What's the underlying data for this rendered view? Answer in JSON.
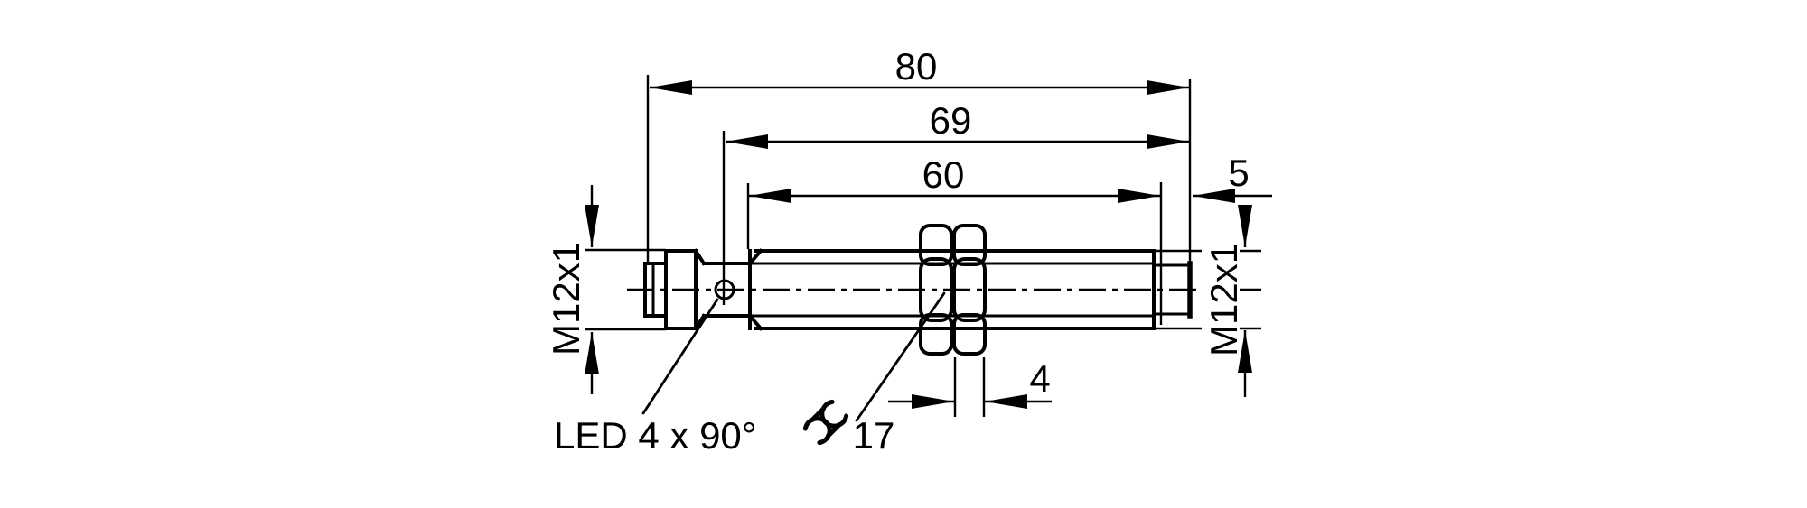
{
  "drawing": {
    "type": "technical dimensional drawing of M12 barrel sensor",
    "colors": {
      "line": "#000000",
      "background": "#ffffff"
    },
    "dims": {
      "overall_length": "80",
      "housing_length": "69",
      "thread_length": "60",
      "tip_length": "5",
      "nut_thickness": "4",
      "wrench_size": "17",
      "thread_left": "M12x1",
      "thread_right": "M12x1"
    },
    "annotations": {
      "led": "LED 4 x 90°"
    },
    "icons": {
      "wrench": "wrench-icon"
    }
  }
}
